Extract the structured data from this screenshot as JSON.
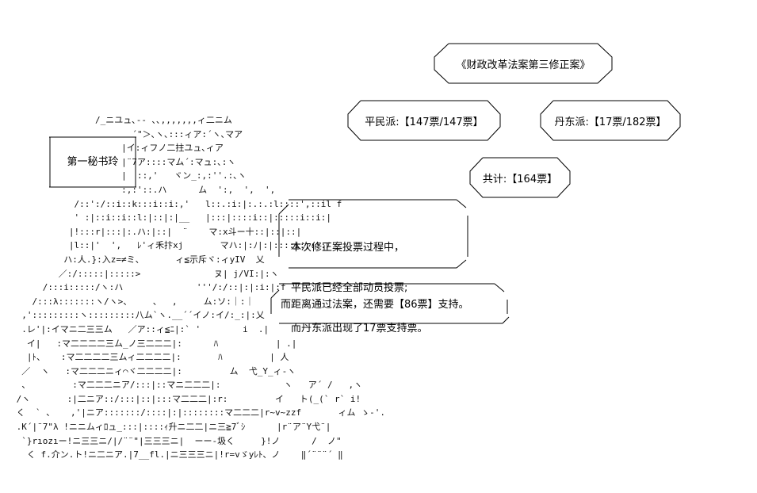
{
  "title_box": {
    "text": "《财政改革法案第三修正案》"
  },
  "vote_pingmin": {
    "text": "平民派:【147票/147票】"
  },
  "vote_dandong": {
    "text": "丹东派:【17票/182票】"
  },
  "vote_total": {
    "text": "共计:【164票】"
  },
  "name_box": {
    "text": "第一秘书玲"
  },
  "bubble_1": {
    "lines": [
      "本次修正案投票过程中，",
      "平民派已经全部动员投票;",
      "而丹东派出现了17票支持票。"
    ]
  },
  "bubble_2": {
    "text": "而距离通过法案，还需要【86票】支持。"
  },
  "ascii_art": [
    "                /_ニユュ､‐- ､､,,,,,,,ィ二ニム",
    "                       ´\"＞､ヽ､:::ィア:´ヽ､マア",
    "                     |イ:ィフノ二拄ユュ､ィア",
    "                     |¨7ア::::マム´:マュ:､:ヽ",
    "                     |  ::,'   ヾン_:,:''.:､ヽ",
    "                     :,:'::.ハ      ム  ':,  ',  ',",
    "            /::':/::i::k:::i::i:,'   l::.:i:|:.:.:l::::',::il f",
    "            ' :|::i::i::l:|::|:|__   |:::|::::i::|:::::i::i:|",
    "           |!:::r|:::|:.ハ:|::|  ¨    マ:x斗ー十::|::|::|",
    "           |l::|'  ',   ﾚ'ィ禾抃xj       マハ:|:ﾉ|:|::::i:;:::ﾉ",
    "          ハ:人.}:入z=≠ミ、      ィ≦示斥ヾ:ィyIV  乂",
    "         ／:/:::::|:::::>              ヌ| j/VI:|:ヽ",
    "      /:::i:::::/ヽ:ハ              '''/:/::|:|:i:|:f",
    "    /:::λ:::::::ヽ/ヽ>、    、  ,     ム:ソ:｜:｜",
    "  ,':::::::::ヽ:::::::::八ム`ヽ.__´´イノ:イ/:_:|:乂",
    "  .レ'|:イマニ二三三ム   ／ア::ィ≦ﾆ|:` '        i  .|",
    "   イ|   :マ二二二二三ム_ノ三二二二|:      ﾊ           | .|",
    "   |ﾄ、   :マ二二二二三ムィ二二二二|:       ﾊ         | 人",
    "  ／  ヽ   :マ二二二ニィ⌒ヾ二二二二|:         ム  弋_Y_ィ-ヽ",
    "  、        :マ二二二ニア/:::|::マニ二二二|:            ヽ   ア´ /   ,ヽ",
    " /ヽ       :|二ニア::/:::|::|:::マ二二二|:r:         イ   ト(_(` r` i!",
    " く  ` 、   ,'|ニア:::::::/::::|:|::::::::マ二二二|r~v~zzf       ィム ゝ-'.|_|ー、",
    " .K´|¨7\"λ !ニニムィﾛュ_:::|::::ｨ升ニ二二|ニ三≧7ﾞｼ      |r¨ア¨Y弋¨|",
    "  `}rıozıー!ニ三三ニ/|/¨¨\"|三三三ニ|  ーー-圾く     }!ノ      /  ノ\"",
    "   く f.介ン.ト!ニ二ニア.|7__fl.|ニ三三三ニ|!r=vゞyﾚﾄ、ノ    ‖´¨¨¨´ ‖"
  ]
}
